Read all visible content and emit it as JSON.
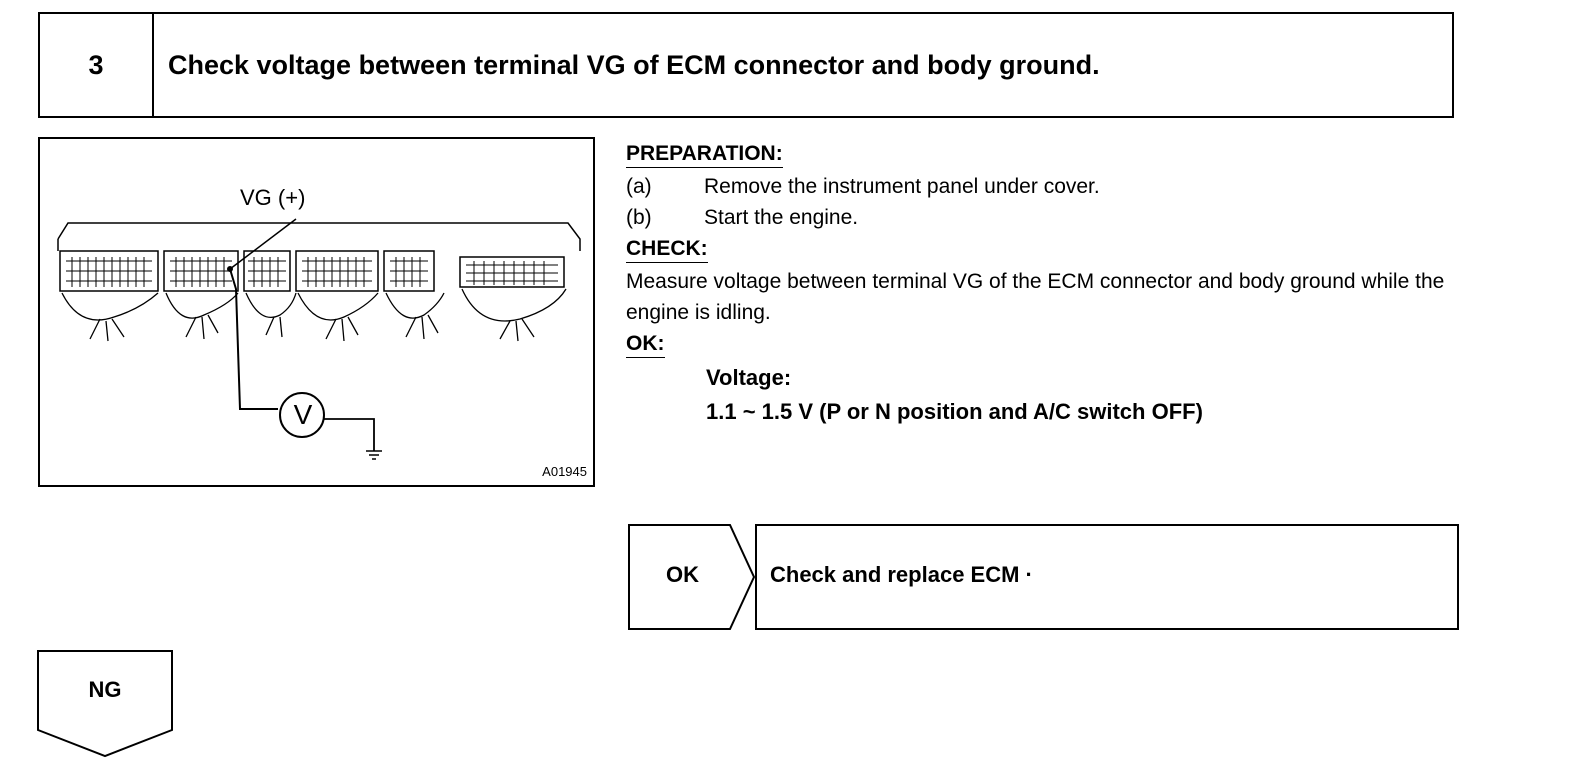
{
  "step": {
    "number": "3",
    "title": "Check voltage between terminal VG of ECM connector and body ground."
  },
  "figure": {
    "terminal_label": "VG (+)",
    "meter_symbol": "V",
    "code": "A01945"
  },
  "preparation": {
    "heading": "PREPARATION:",
    "items": [
      {
        "mark": "(a)",
        "text": "Remove the instrument panel under cover."
      },
      {
        "mark": "(b)",
        "text": "Start the engine."
      }
    ]
  },
  "check": {
    "heading": "CHECK:",
    "text": "Measure voltage between terminal VG of the ECM connector and body ground while the engine is idling."
  },
  "ok_spec": {
    "heading": "OK:",
    "label": "Voltage:",
    "value": "1.1 ~ 1.5 V (P or N position and A/C switch OFF)"
  },
  "ok_result": {
    "label": "OK",
    "action": "Check and replace ECM ·"
  },
  "ng_result": {
    "label": "NG"
  }
}
